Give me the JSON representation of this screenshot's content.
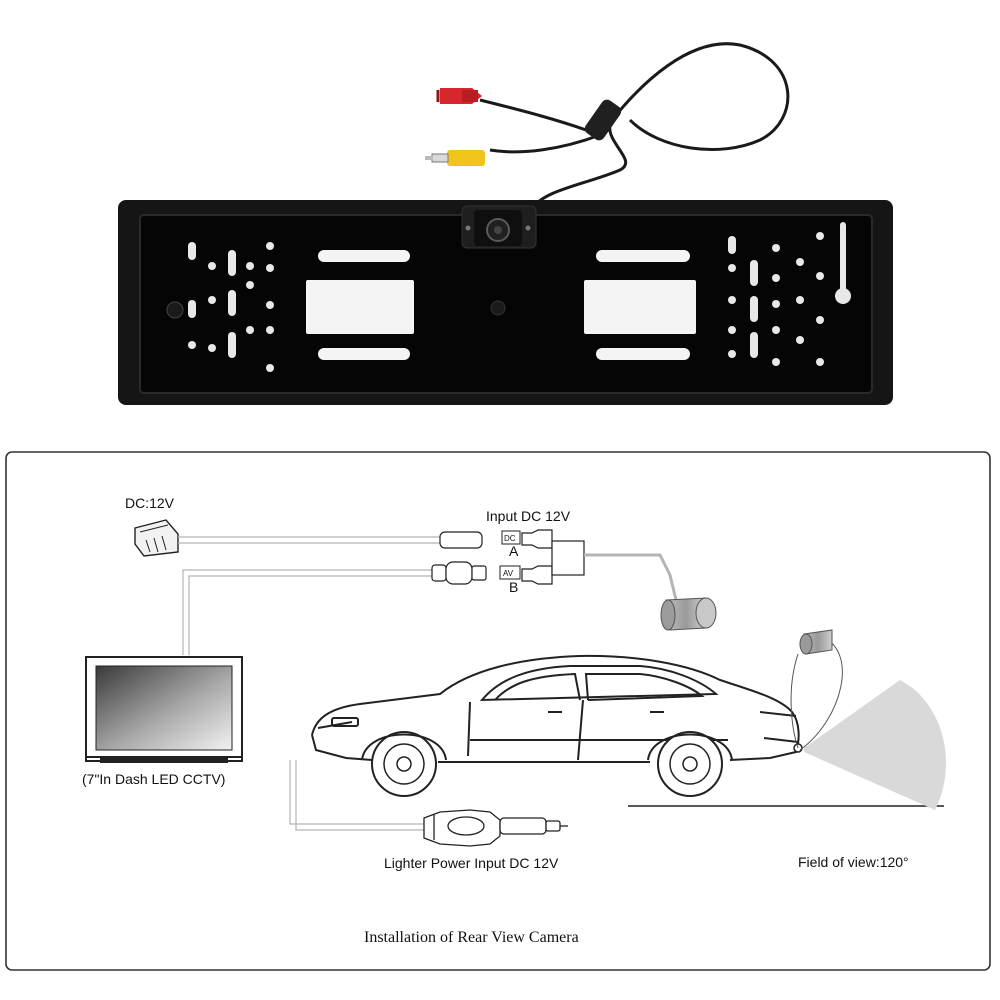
{
  "diagram": {
    "labels": {
      "dc_12v": "DC:12V",
      "input_dc_12v": "Input  DC  12V",
      "dc_tag": "DC",
      "letter_a": "A",
      "av_tag": "AV",
      "letter_b": "B",
      "monitor": "(7\"In Dash LED CCTV)",
      "lighter": "Lighter Power Input DC 12V",
      "field_of_view": "Field of view:120°",
      "caption": "Installation of Rear View Camera"
    },
    "colors": {
      "plate_frame": "#151515",
      "plate_inner": "#050505",
      "rca_red": "#d7262c",
      "rca_yellow": "#f0c41a",
      "wire_gray": "#b4b4b4",
      "outline": "#222222",
      "fov_fill": "#d9d9d9"
    }
  }
}
